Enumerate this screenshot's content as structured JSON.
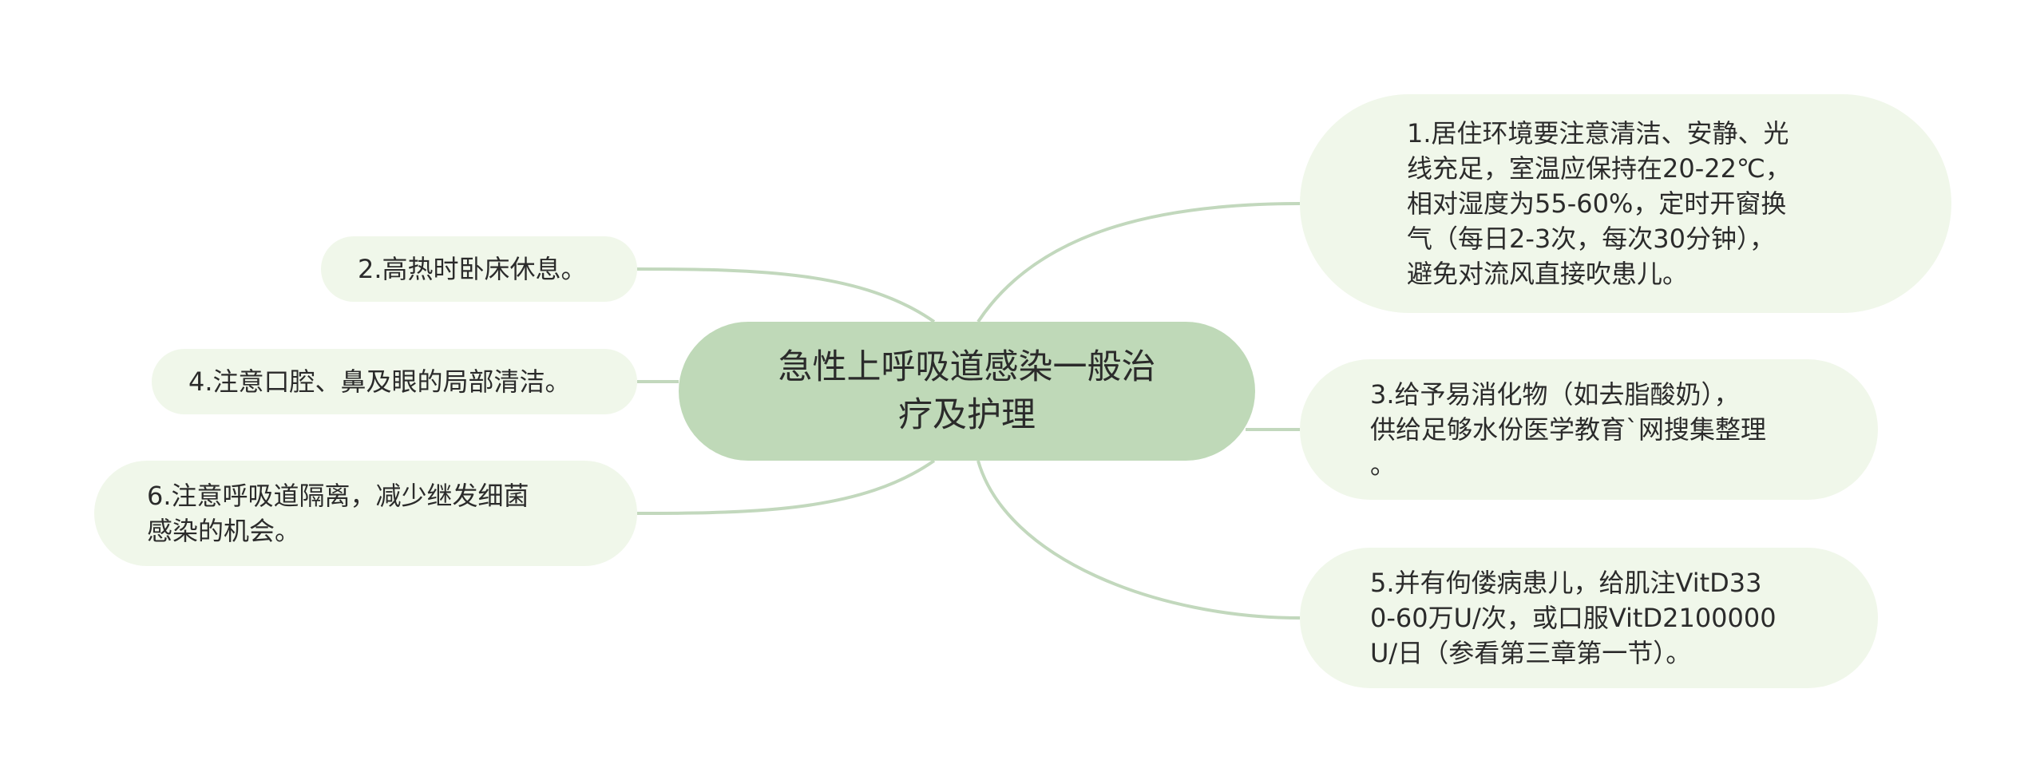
{
  "mindmap": {
    "central": "急性上呼吸道感染一般治\n疗及护理",
    "right": [
      "1.居住环境要注意清洁、安静、光\n线充足，室温应保持在20-22℃，\n相对湿度为55-60%，定时开窗换\n气（每日2-3次，每次30分钟），\n避免对流风直接吹患儿。",
      "3.给予易消化物（如去脂酸奶），\n供给足够水份医学教育`网搜集整理\n。",
      "5.并有佝偻病患儿，给肌注VitD33\n0-60万U/次，或口服VitD2100000\nU/日（参看第三章第一节）。"
    ],
    "left": [
      "2.高热时卧床休息。",
      "4.注意口腔、鼻及眼的局部清洁。",
      "6.注意呼吸道隔离，减少继发细菌\n感染的机会。"
    ]
  },
  "colors": {
    "central_fill": "#bfd9b8",
    "leaf_fill": "#f0f7ea",
    "connector": "#c2d8bd",
    "text": "#2b2b2b"
  }
}
